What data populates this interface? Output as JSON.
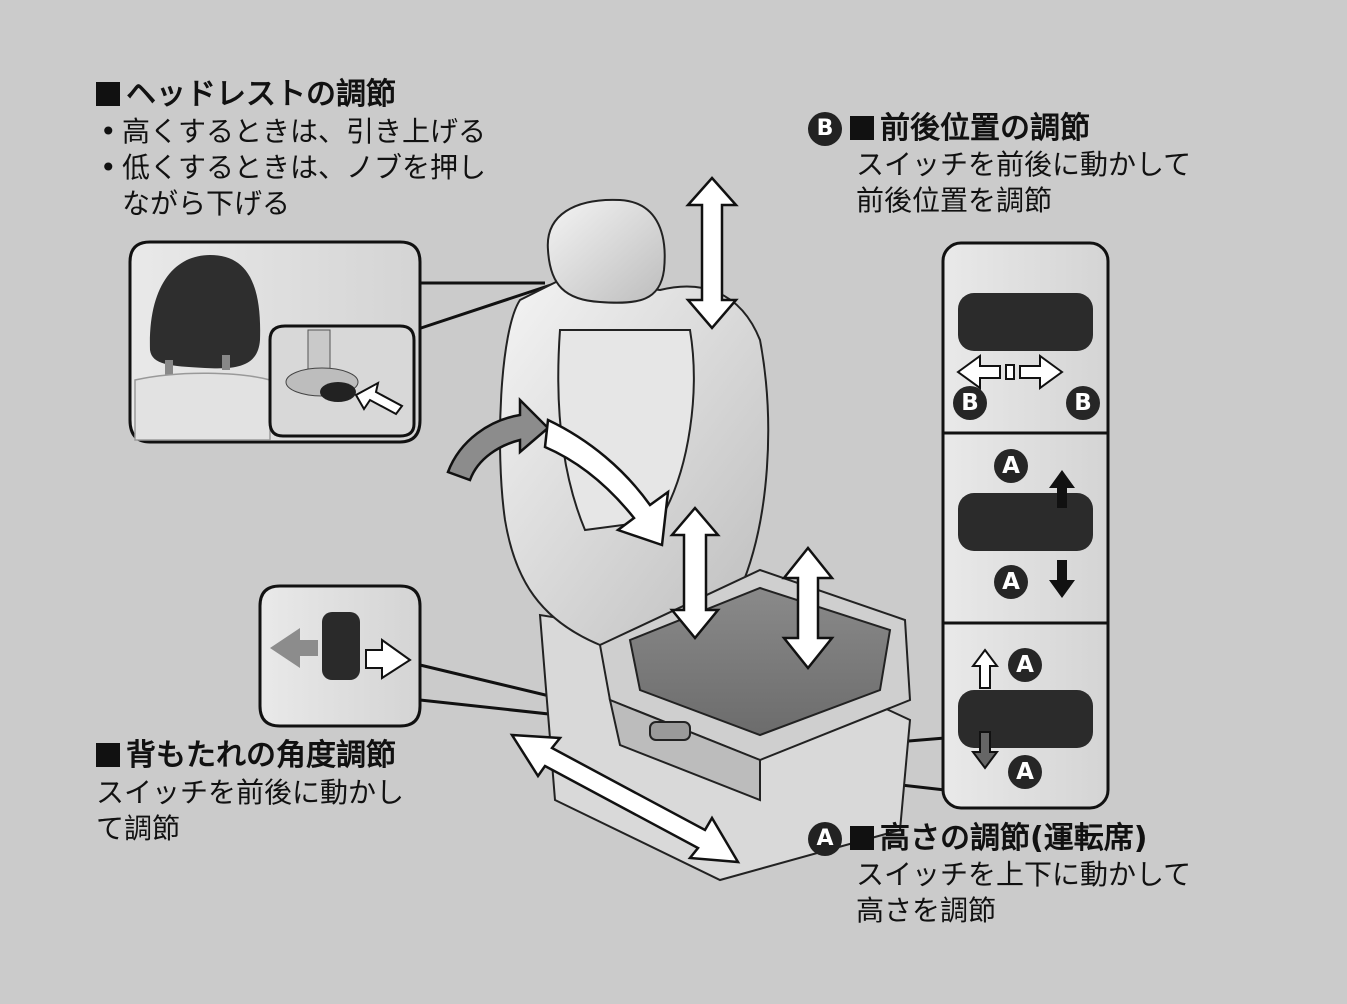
{
  "headrest": {
    "title": "ヘッドレストの調節",
    "items": [
      "高くするときは、引き上げる",
      "低くするときは、ノブを押し",
      "ながら下げる"
    ]
  },
  "fore_aft": {
    "badge": "B",
    "title": "前後位置の調節",
    "lines": [
      "スイッチを前後に動かして",
      "前後位置を調節"
    ]
  },
  "recline": {
    "title": "背もたれの角度調節",
    "lines": [
      "スイッチを前後に動かし",
      "て調節"
    ]
  },
  "height": {
    "badge": "A",
    "title": "高さの調節(運転席)",
    "lines": [
      "スイッチを上下に動かして",
      "高さを調節"
    ]
  },
  "switch_labels": {
    "fore_aft_left": "B",
    "fore_aft_right": "B",
    "height_up_1": "A",
    "height_down_1": "A",
    "height_up_2": "A",
    "height_down_2": "A"
  }
}
